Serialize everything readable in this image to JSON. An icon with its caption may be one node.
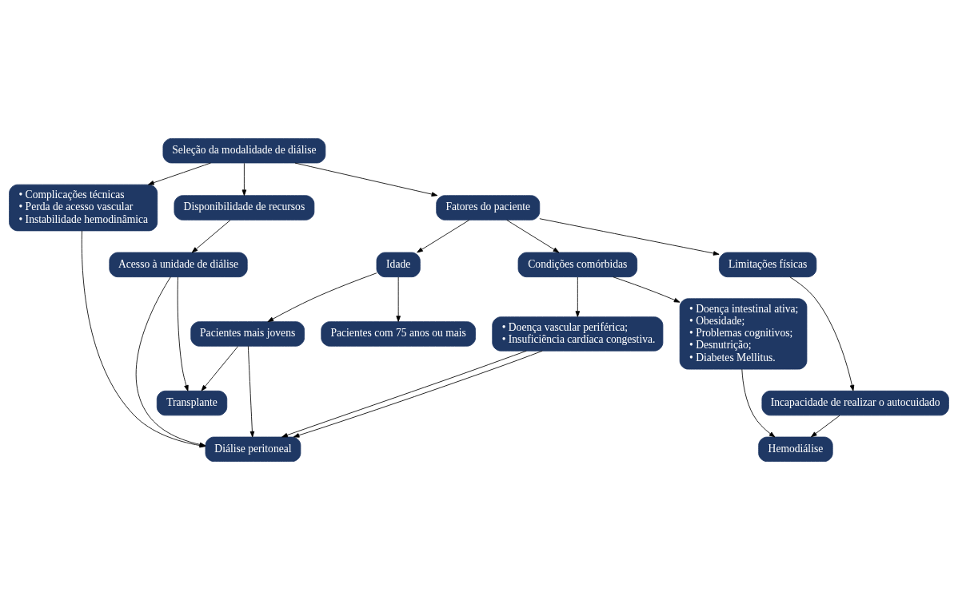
{
  "diagram": {
    "nodes": [
      {
        "text": [
          "Seleção da modalidade de diálise"
        ]
      },
      {
        "text": [
          "Disponibilidade de recursos"
        ]
      },
      {
        "text": [
          "Fatores do paciente"
        ]
      },
      {
        "text": [
          "• Complicações técnicas",
          "• Perda de acesso vascular",
          "• Instabilidade hemodinâmica"
        ]
      },
      {
        "text": [
          "Acesso à unidade de diálise"
        ]
      },
      {
        "text": [
          "Idade"
        ]
      },
      {
        "text": [
          "Limitações físicas"
        ]
      },
      {
        "text": [
          "Condições comórbidas"
        ]
      },
      {
        "text": [
          "Pacientes mais jovens"
        ]
      },
      {
        "text": [
          "Pacientes com 75 anos ou mais"
        ]
      },
      {
        "text": [
          "• Doença intestinal ativa;",
          "• Obesidade;",
          "• Problemas cognitivos;",
          "• Desnutrição;",
          "• Diabetes Mellitus."
        ]
      },
      {
        "text": [
          "• Doença vascular periférica;",
          "• Insuficiência cardíaca congestiva."
        ]
      },
      {
        "text": [
          "Transplante"
        ]
      },
      {
        "text": [
          "Incapacidade de realizar o autocuidado"
        ]
      },
      {
        "text": [
          "Hemodiálise"
        ]
      },
      {
        "text": [
          "Diálise peritoneal"
        ]
      }
    ],
    "edges": [
      {
        "from": 0,
        "to": 1,
        "arrow": "to"
      },
      {
        "from": 0,
        "to": 2,
        "arrow": "to"
      },
      {
        "from": 0,
        "to": 3,
        "arrow": "to"
      },
      {
        "from": 1,
        "to": 4,
        "arrow": "to"
      },
      {
        "from": 2,
        "to": 5,
        "arrow": "to"
      },
      {
        "from": 2,
        "to": 6,
        "arrow": "to"
      },
      {
        "from": 2,
        "to": 7,
        "arrow": "to"
      },
      {
        "from": 5,
        "to": 8,
        "arrow": "to"
      },
      {
        "from": 5,
        "to": 9,
        "arrow": "to"
      },
      {
        "from": 4,
        "to": 12,
        "arrow": "to"
      },
      {
        "from": 4,
        "to": 15,
        "arrow": "to"
      },
      {
        "from": 8,
        "to": 12,
        "arrow": "to"
      },
      {
        "from": 8,
        "to": 15,
        "arrow": "to"
      },
      {
        "from": 6,
        "to": 13,
        "arrow": "to"
      },
      {
        "from": 13,
        "to": 14,
        "arrow": "to"
      },
      {
        "from": 7,
        "to": 10,
        "arrow": "to"
      },
      {
        "from": 7,
        "to": 11,
        "arrow": "to"
      },
      {
        "from": 10,
        "to": 14,
        "arrow": "to"
      },
      {
        "from": 11,
        "to": 15,
        "arrow": "to"
      },
      {
        "from": 3,
        "to": 15,
        "arrow": "to"
      },
      {
        "from": 11,
        "to": 15,
        "arrow": "to"
      }
    ]
  }
}
